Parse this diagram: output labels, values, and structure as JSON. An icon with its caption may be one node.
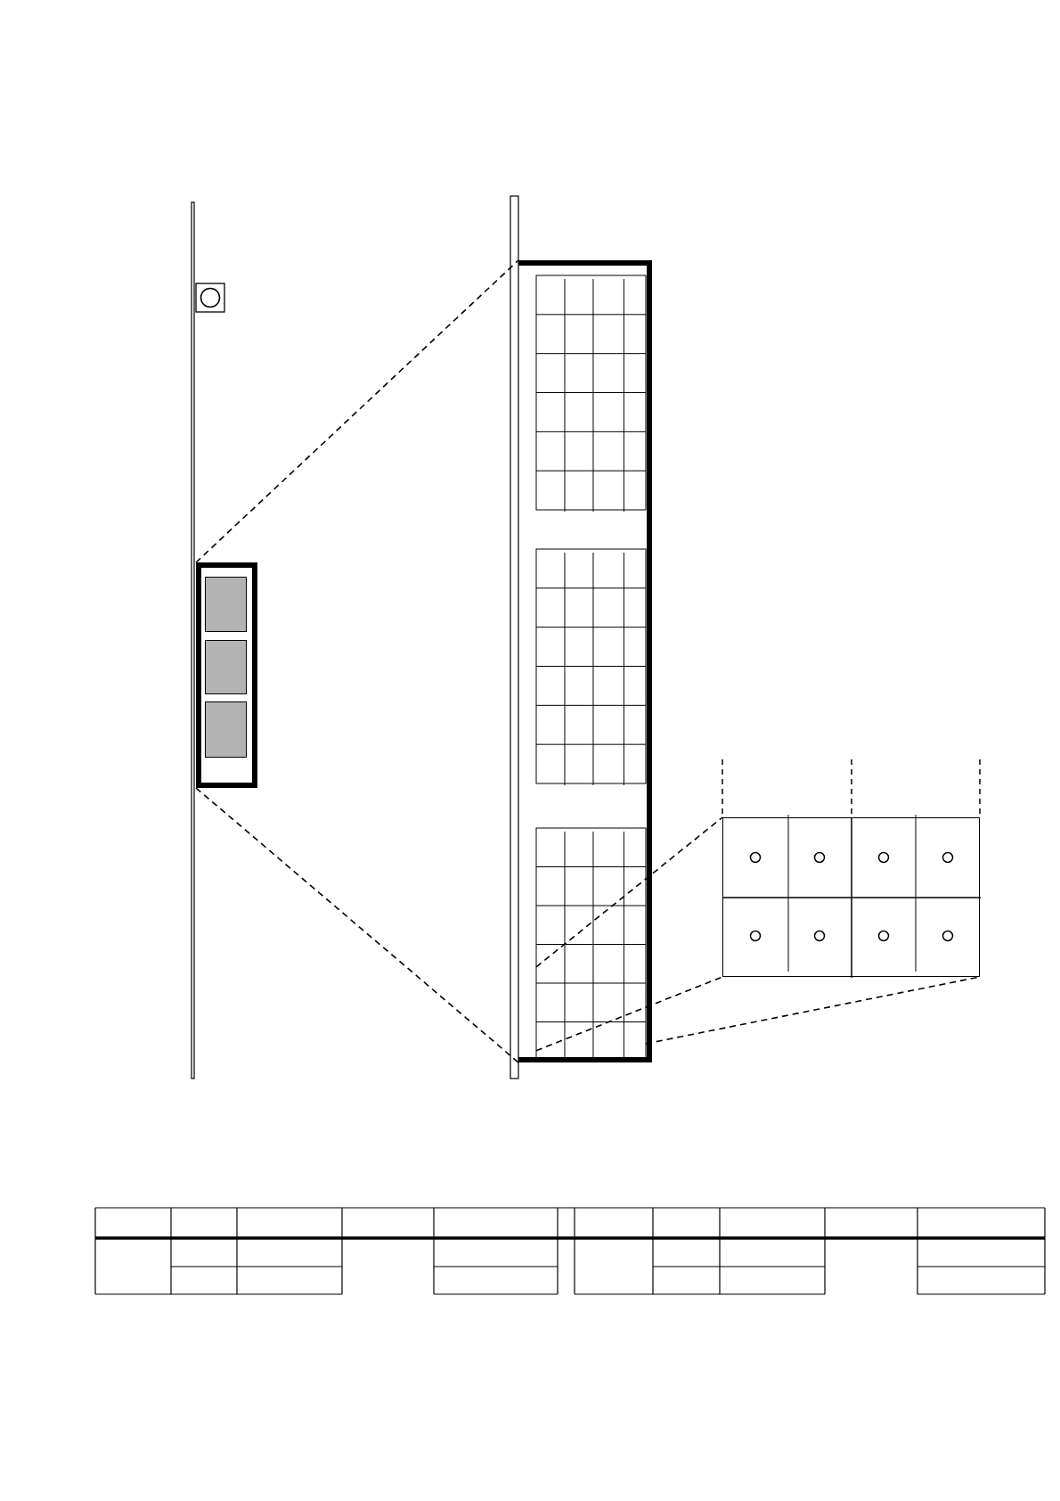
{
  "diagram": {
    "nodes": [
      {
        "text": [],
        "shape": "box"
      },
      {
        "text": [],
        "shape": "box"
      },
      {
        "text": [],
        "shape": "box",
        "in": 1
      },
      {
        "text": [],
        "shape": "box"
      }
    ],
    "edges": [
      {
        "from": 0,
        "to": 1,
        "arrow": "none",
        "style": "dashed"
      },
      {
        "from": 0,
        "to": 1,
        "arrow": "none",
        "style": "dashed"
      },
      {
        "from": 2,
        "to": 3,
        "arrow": "none",
        "style": "dashed"
      },
      {
        "from": 2,
        "to": 3,
        "arrow": "none",
        "style": "dashed"
      },
      {
        "from": 2,
        "to": 3,
        "arrow": "none",
        "style": "dashed"
      }
    ]
  }
}
